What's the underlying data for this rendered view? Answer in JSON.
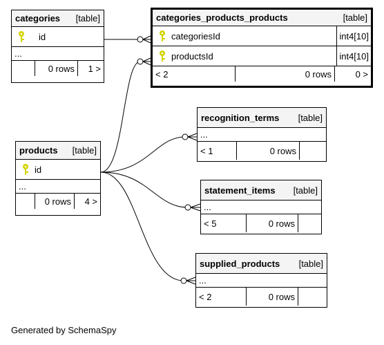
{
  "footer": {
    "generated": "Generated by SchemaSpy"
  },
  "tables": {
    "categories": {
      "name": "categories",
      "kind": "[table]",
      "columns": [
        {
          "name": "id",
          "type": "",
          "key": "primary"
        }
      ],
      "more": "...",
      "footer": {
        "parents": "",
        "rows": "0 rows",
        "children": "1 >"
      }
    },
    "categories_products_products": {
      "name": "categories_products_products",
      "kind": "[table]",
      "columns": [
        {
          "name": "categoriesId",
          "type": "int4[10]",
          "key": "primary"
        },
        {
          "name": "productsId",
          "type": "int4[10]",
          "key": "primary"
        }
      ],
      "footer": {
        "parents": "< 2",
        "rows": "0 rows",
        "children": "0 >"
      }
    },
    "products": {
      "name": "products",
      "kind": "[table]",
      "columns": [
        {
          "name": "id",
          "type": "",
          "key": "primary"
        }
      ],
      "more": "...",
      "footer": {
        "parents": "",
        "rows": "0 rows",
        "children": "4 >"
      }
    },
    "recognition_terms": {
      "name": "recognition_terms",
      "kind": "[table]",
      "more": "...",
      "footer": {
        "parents": "< 1",
        "rows": "0 rows",
        "children": ""
      }
    },
    "statement_items": {
      "name": "statement_items",
      "kind": "[table]",
      "more": "...",
      "footer": {
        "parents": "< 5",
        "rows": "0 rows",
        "children": ""
      }
    },
    "supplied_products": {
      "name": "supplied_products",
      "kind": "[table]",
      "more": "...",
      "footer": {
        "parents": "< 2",
        "rows": "0 rows",
        "children": ""
      }
    }
  },
  "colors": {
    "key_icon": "#d4d400",
    "header_bg": "#f4f4f4",
    "line": "#000000"
  },
  "icons": {
    "key": "key-icon"
  }
}
